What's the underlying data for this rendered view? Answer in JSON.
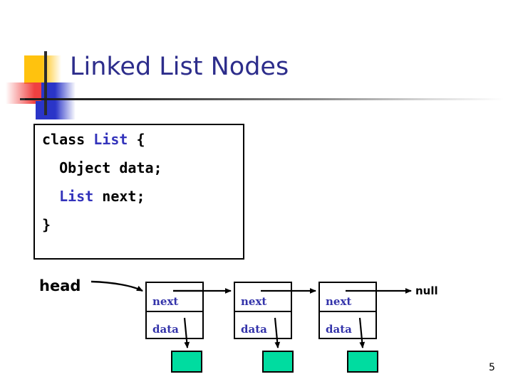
{
  "slide": {
    "title": "Linked List Nodes",
    "number": "5",
    "title_color": "#2D2D8B",
    "accent_colors": {
      "yellow": "#FFC20E",
      "red": "#F04040",
      "blue": "#2A35C8",
      "cross": "#2B2B2B",
      "code_keyword": "#3333BB",
      "node_label": "#3333AA",
      "data_box": "#00DCA0"
    }
  },
  "code": {
    "language": "java",
    "lines": [
      {
        "indent": 0,
        "parts": [
          {
            "text": "class ",
            "style": "plain"
          },
          {
            "text": "List",
            "style": "type"
          },
          {
            "text": " {",
            "style": "plain"
          }
        ],
        "flat": "class List {"
      },
      {
        "indent": 1,
        "parts": [
          {
            "text": "Object data;",
            "style": "plain"
          }
        ],
        "flat": "  Object data;"
      },
      {
        "indent": 1,
        "parts": [
          {
            "text": "List",
            "style": "type"
          },
          {
            "text": " next;",
            "style": "plain"
          }
        ],
        "flat": "  List next;"
      },
      {
        "indent": 0,
        "parts": [
          {
            "text": "}",
            "style": "plain"
          }
        ],
        "flat": "}"
      }
    ],
    "l1_a": "class ",
    "l1_b": "List",
    "l1_c": " {",
    "l2": "  Object data;",
    "l3_a": "  ",
    "l3_b": "List",
    "l3_c": " next;",
    "l4": "}"
  },
  "diagram": {
    "head_label": "head",
    "null_label": "null",
    "cell_next_label": "next",
    "cell_data_label": "data",
    "nodes": [
      {
        "id": "node-1",
        "next": "next",
        "data": "data",
        "has_data_box": true,
        "next_points_to": "node-2"
      },
      {
        "id": "node-2",
        "next": "next",
        "data": "data",
        "has_data_box": true,
        "next_points_to": "node-3"
      },
      {
        "id": "node-3",
        "next": "next",
        "data": "data",
        "has_data_box": true,
        "next_points_to": "null"
      }
    ]
  }
}
